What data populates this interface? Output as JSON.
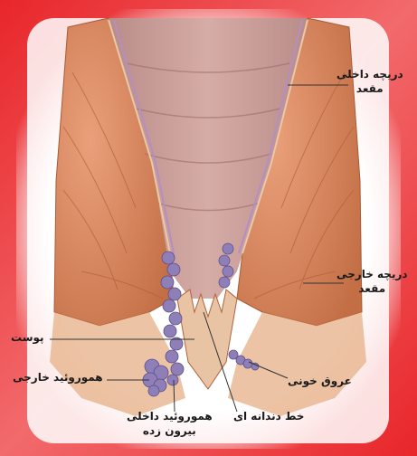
{
  "labels": {
    "internal_sphincter": [
      "دریچه داخلی",
      "مقعد"
    ],
    "external_sphincter": [
      "دریچه خارجی",
      "مقعد"
    ],
    "skin": "پوست",
    "external_hemorrhoid": "هموروئید خارجی",
    "blood_vessels": "عروق خونی",
    "dentate_line": "خط دندانه ای",
    "prolapsed_internal_hemorrhoid": [
      "هموروئید داخلی",
      "بیرون زده"
    ]
  },
  "colors": {
    "frame_red": "#e8262a",
    "muscle": "#d9855a",
    "muscle_dark": "#a95a36",
    "rectum": "#c79a95",
    "hemorrhoid": "#8e7fb8",
    "leader": "#333333"
  }
}
